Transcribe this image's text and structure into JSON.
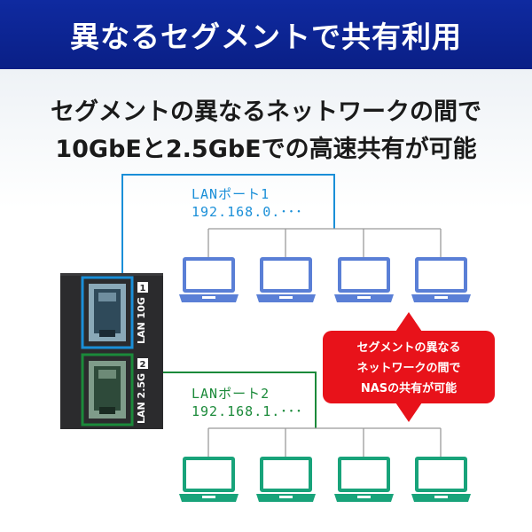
{
  "header": {
    "title": "異なるセグメントで共有利用"
  },
  "headline": {
    "line1": "セグメントの異なるネットワークの間で",
    "line2": "10GbEと2.5GbEでの高速共有が可能"
  },
  "ports": {
    "port1": {
      "name": "LANポート1",
      "address": "192.168.0.･･･",
      "device_label": "LAN 10G",
      "number": "1"
    },
    "port2": {
      "name": "LANポート2",
      "address": "192.168.1.･･･",
      "device_label": "LAN 2.5G",
      "number": "2"
    }
  },
  "callout": {
    "line1": "セグメントの異なる",
    "line2": "ネットワークの間で",
    "line3": "NASの共有が可能"
  },
  "colors": {
    "header_bg": "#0a1f86",
    "blue_network": "#1a8fd8",
    "green_network": "#1b8a3a",
    "callout_red": "#e8121a",
    "laptop_blue": "#5a7fd6",
    "laptop_green": "#18a37a"
  },
  "icons": {
    "laptop": "laptop-icon",
    "ethernet_port": "ethernet-port-icon",
    "double_arrow": "double-arrow-icon"
  }
}
